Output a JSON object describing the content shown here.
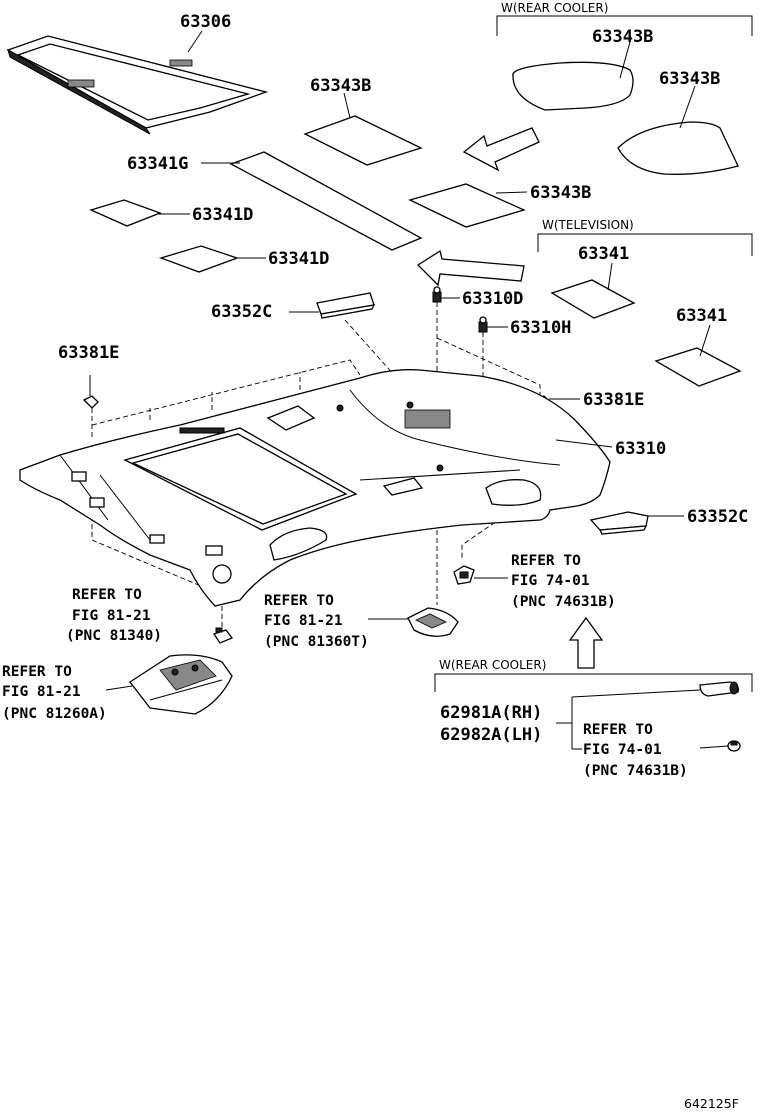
{
  "parts": {
    "p63306": "63306",
    "p63343b_1": "63343B",
    "p63343b_2": "63343B",
    "p63343b_3": "63343B",
    "p63343b_4": "63343B",
    "p63341g": "63341G",
    "p63341d_1": "63341D",
    "p63341d_2": "63341D",
    "p63341_1": "63341",
    "p63341_2": "63341",
    "p63352c_1": "63352C",
    "p63352c_2": "63352C",
    "p63310d": "63310D",
    "p63310h": "63310H",
    "p63381e_1": "63381E",
    "p63381e_2": "63381E",
    "p63310": "63310",
    "p62981a": "62981A(RH)",
    "p62982a": "62982A(LH)"
  },
  "groups": {
    "rear_cooler_top": "W(REAR COOLER)",
    "television": "W(TELEVISION)",
    "rear_cooler_bottom": "W(REAR COOLER)"
  },
  "refs": {
    "r1": {
      "l1": "REFER TO",
      "l2": "FIG 81-21",
      "l3": "(PNC 81340)"
    },
    "r2": {
      "l1": "REFER TO",
      "l2": "FIG 81-21",
      "l3": "(PNC 81260A)"
    },
    "r3": {
      "l1": "REFER TO",
      "l2": "FIG 81-21",
      "l3": "(PNC 81360T)"
    },
    "r4": {
      "l1": "REFER TO",
      "l2": "FIG 74-01",
      "l3": "(PNC 74631B)"
    },
    "r5": {
      "l1": "REFER TO",
      "l2": "FIG 74-01",
      "l3": "(PNC 74631B)"
    }
  },
  "catalog_id": "642125F"
}
